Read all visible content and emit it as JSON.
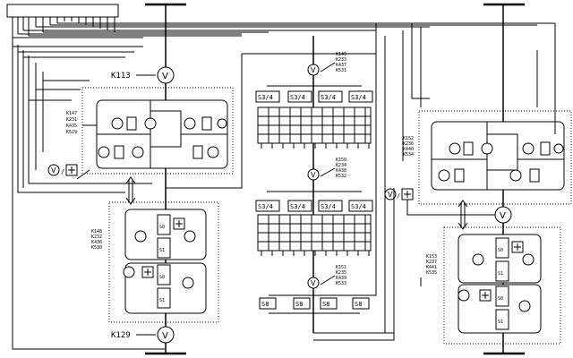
{
  "labels": {
    "k113": "K113",
    "k129": "K129",
    "s34": "S3/4",
    "s8": "S8",
    "s0": "S0",
    "s1": "S1",
    "v": "V",
    "slash": "/"
  },
  "code_groups": {
    "top_center": [
      "K149",
      "K233",
      "K437",
      "K531"
    ],
    "mid_center": [
      "K150",
      "K234",
      "K438",
      "K532"
    ],
    "low_center": [
      "K151",
      "K235",
      "K439",
      "K533"
    ],
    "left_upper": [
      "K147",
      "K231",
      "K435",
      "K529"
    ],
    "left_lower": [
      "K148",
      "K232",
      "K436",
      "K530"
    ],
    "right_upper": [
      "K152",
      "K236",
      "K440",
      "K534"
    ],
    "right_lower": [
      "K153",
      "K237",
      "K441",
      "K535"
    ]
  },
  "icons": {
    "valve": "v-in-circle",
    "plus": "plus-in-square",
    "arrows": "double-arrow-vertical"
  }
}
